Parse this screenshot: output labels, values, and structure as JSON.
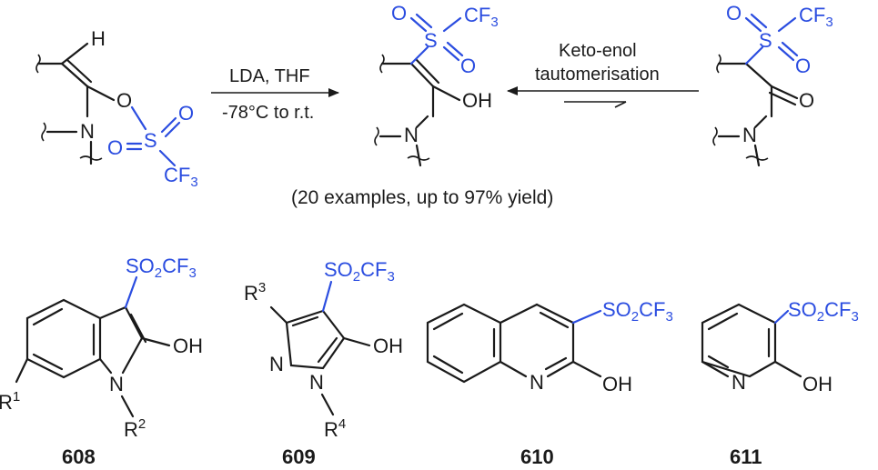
{
  "reaction": {
    "reagents_line1": "LDA, THF",
    "reagents_line2": "-78°C to r.t.",
    "equilibrium_line1": "Keto-enol",
    "equilibrium_line2": "tautomerisation",
    "summary": "(20 examples, up to 97% yield)"
  },
  "atoms": {
    "H": "H",
    "N": "N",
    "O": "O",
    "S": "S",
    "OH": "OH",
    "CF": "CF",
    "F3": "3",
    "SO": "SO",
    "two": "2",
    "R": "R",
    "one": "1",
    "three": "3",
    "four": "4"
  },
  "compounds": [
    {
      "id": "608"
    },
    {
      "id": "609"
    },
    {
      "id": "610"
    },
    {
      "id": "611"
    }
  ],
  "colors": {
    "triflyl": "#2b4de0",
    "bond": "#1a1a1a"
  }
}
